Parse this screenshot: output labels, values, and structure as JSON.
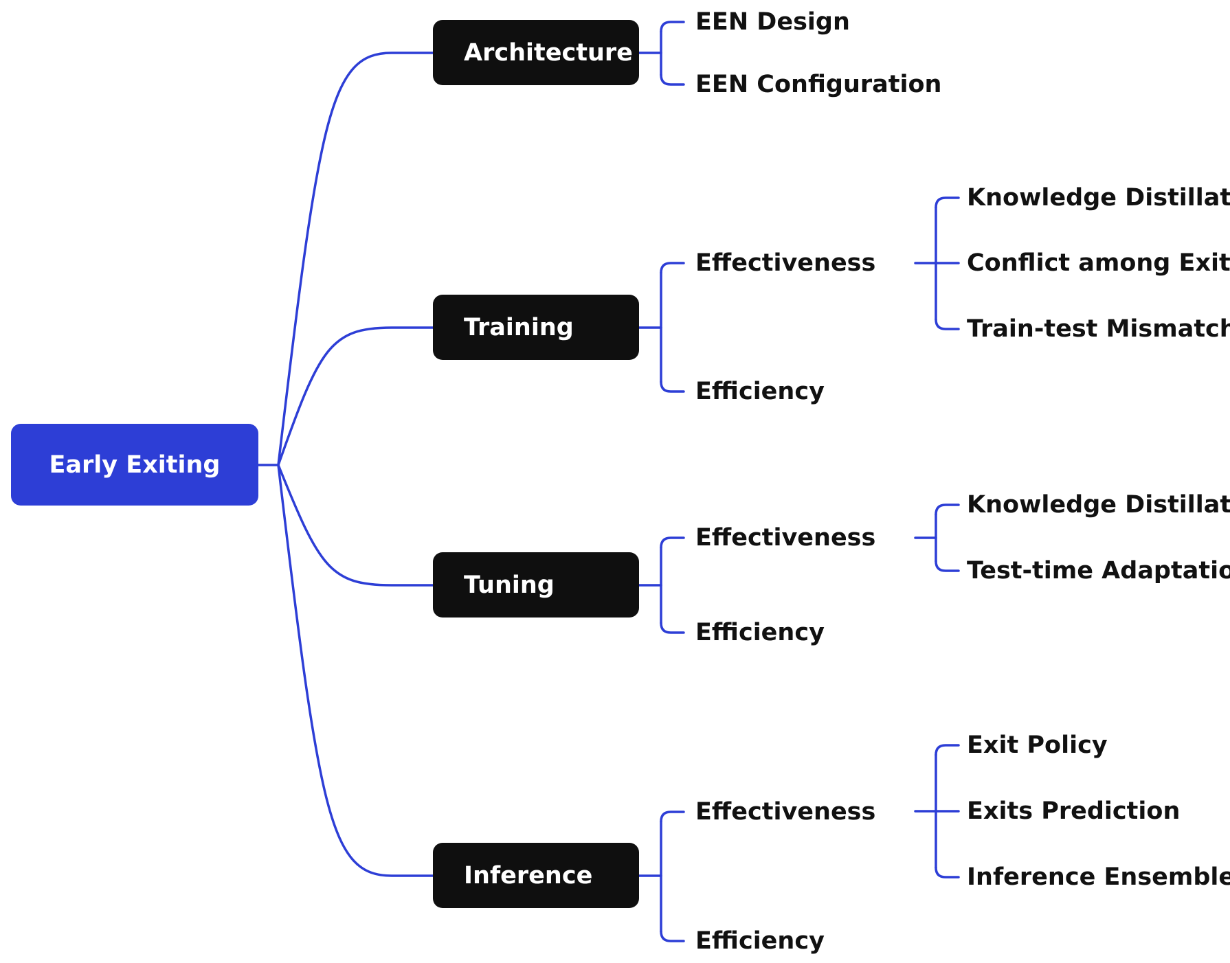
{
  "colors": {
    "root_fill": "#2D3ED6",
    "category_fill": "#0F0F0F",
    "connector": "#2D3ED6",
    "text_dark": "#111111",
    "text_light": "#FFFFFF",
    "background": "#FFFFFF"
  },
  "root": {
    "label": "Early Exiting"
  },
  "categories": [
    {
      "label": "Architecture",
      "children": [
        {
          "label": "EEN Design"
        },
        {
          "label": "EEN Configuration"
        }
      ]
    },
    {
      "label": "Training",
      "children": [
        {
          "label": "Effectiveness",
          "children": [
            {
              "label": "Knowledge Distillation"
            },
            {
              "label": "Conflict among Exits"
            },
            {
              "label": "Train-test Mismatch"
            }
          ]
        },
        {
          "label": "Efficiency"
        }
      ]
    },
    {
      "label": "Tuning",
      "children": [
        {
          "label": "Effectiveness",
          "children": [
            {
              "label": "Knowledge Distillation"
            },
            {
              "label": "Test-time Adaptation"
            }
          ]
        },
        {
          "label": "Efficiency"
        }
      ]
    },
    {
      "label": "Inference",
      "children": [
        {
          "label": "Effectiveness",
          "children": [
            {
              "label": "Exit Policy"
            },
            {
              "label": "Exits Prediction"
            },
            {
              "label": "Inference Ensemble"
            }
          ]
        },
        {
          "label": "Efficiency"
        }
      ]
    }
  ]
}
